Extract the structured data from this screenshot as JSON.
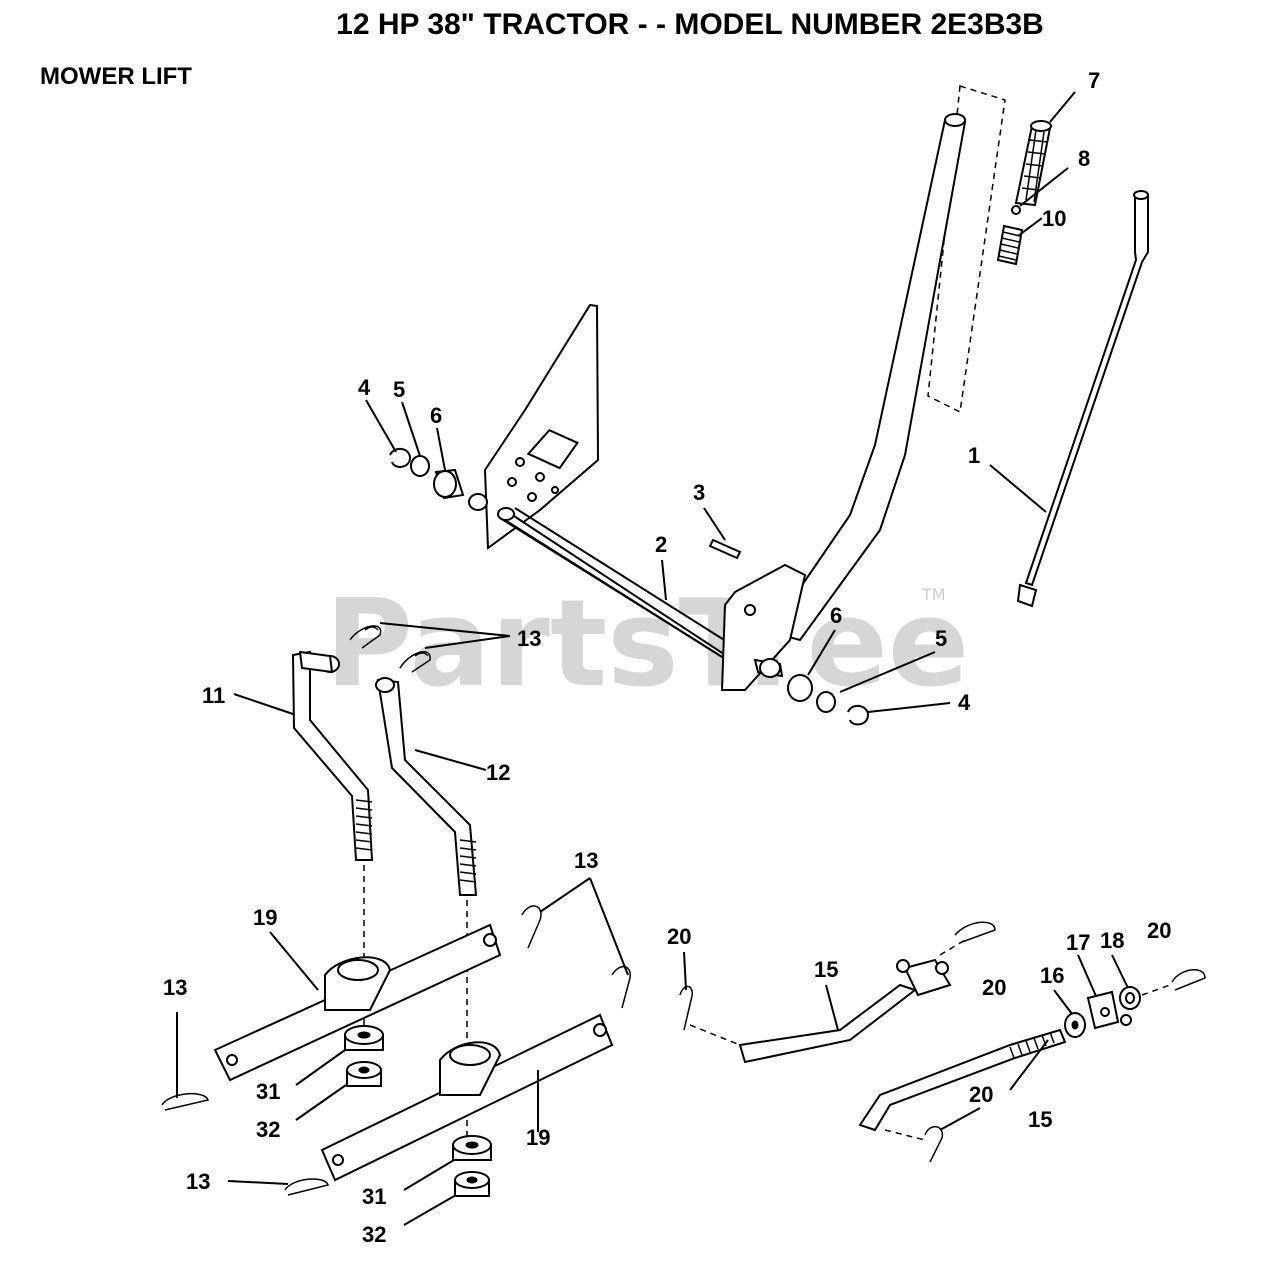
{
  "header": {
    "title": "12 HP 38\" TRACTOR - - MODEL NUMBER 2E3B3B",
    "section": "MOWER LIFT"
  },
  "watermark": {
    "text": "PartsTree",
    "mark": "TM"
  },
  "callouts": [
    {
      "id": "c1",
      "label": "1"
    },
    {
      "id": "c2",
      "label": "2"
    },
    {
      "id": "c3",
      "label": "3"
    },
    {
      "id": "c4a",
      "label": "4"
    },
    {
      "id": "c4b",
      "label": "4"
    },
    {
      "id": "c5a",
      "label": "5"
    },
    {
      "id": "c5b",
      "label": "5"
    },
    {
      "id": "c6a",
      "label": "6"
    },
    {
      "id": "c6b",
      "label": "6"
    },
    {
      "id": "c7",
      "label": "7"
    },
    {
      "id": "c8",
      "label": "8"
    },
    {
      "id": "c10",
      "label": "10"
    },
    {
      "id": "c11",
      "label": "11"
    },
    {
      "id": "c12",
      "label": "12"
    },
    {
      "id": "c13a",
      "label": "13"
    },
    {
      "id": "c13b",
      "label": "13"
    },
    {
      "id": "c13c",
      "label": "13"
    },
    {
      "id": "c13d",
      "label": "13"
    },
    {
      "id": "c15a",
      "label": "15"
    },
    {
      "id": "c15b",
      "label": "15"
    },
    {
      "id": "c16",
      "label": "16"
    },
    {
      "id": "c17",
      "label": "17"
    },
    {
      "id": "c18",
      "label": "18"
    },
    {
      "id": "c19a",
      "label": "19"
    },
    {
      "id": "c19b",
      "label": "19"
    },
    {
      "id": "c20a",
      "label": "20"
    },
    {
      "id": "c20b",
      "label": "20"
    },
    {
      "id": "c20c",
      "label": "20"
    },
    {
      "id": "c20d",
      "label": "20"
    },
    {
      "id": "c31a",
      "label": "31"
    },
    {
      "id": "c31b",
      "label": "31"
    },
    {
      "id": "c32a",
      "label": "32"
    },
    {
      "id": "c32b",
      "label": "32"
    }
  ]
}
